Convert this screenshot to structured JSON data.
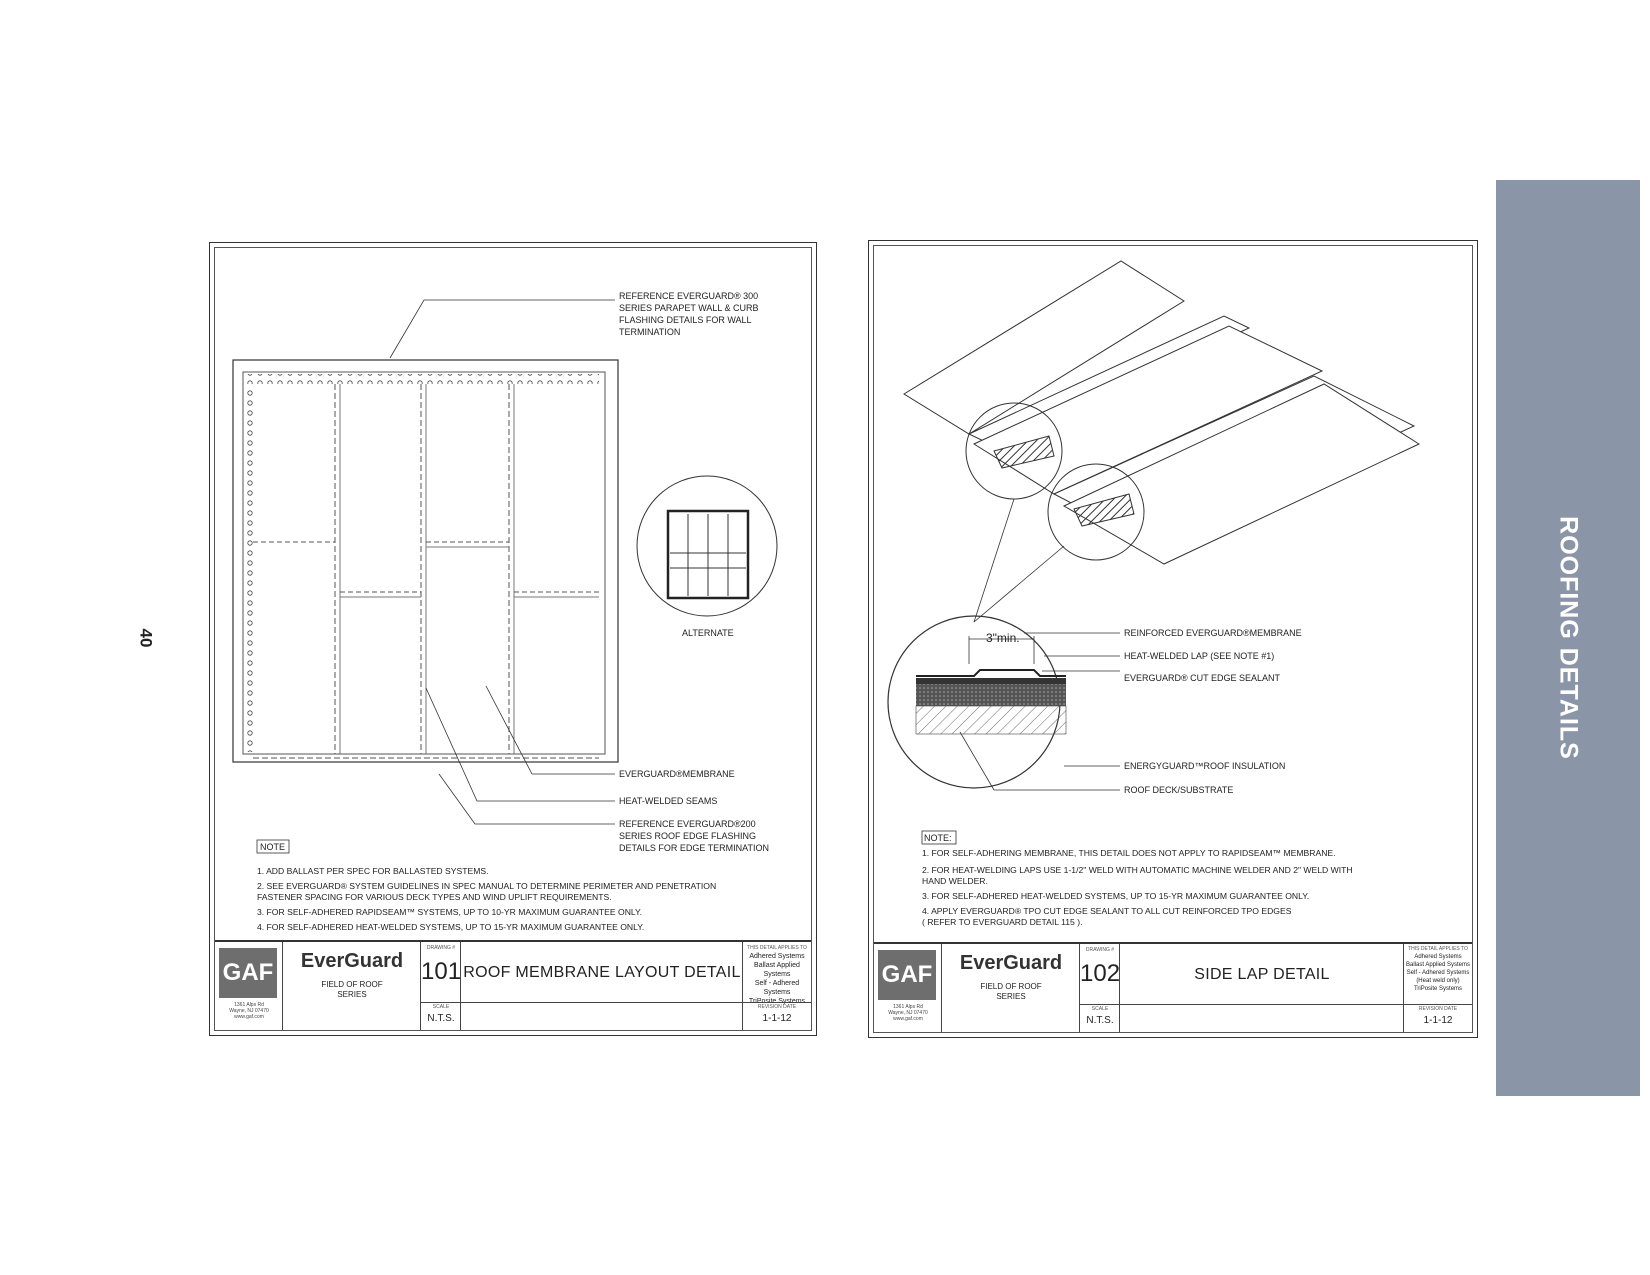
{
  "page": {
    "number": "40",
    "section_tab": "ROOFING DETAILS"
  },
  "sheets": [
    {
      "annotations": [
        "REFERENCE EVERGUARD® 300",
        "SERIES PARAPET WALL & CURB",
        "FLASHING DETAILS  FOR WALL",
        "TERMINATION"
      ],
      "alternate_label": "ALTERNATE",
      "callouts": {
        "membrane": "EVERGUARD®MEMBRANE",
        "seams": "HEAT-WELDED SEAMS",
        "edge_ref": [
          "REFERENCE EVERGUARD®200",
          "SERIES ROOF EDGE FLASHING",
          "DETAILS FOR EDGE TERMINATION"
        ]
      },
      "note_label": "NOTE",
      "notes": [
        "1. ADD BALLAST PER SPEC FOR BALLASTED SYSTEMS.",
        "2. SEE EVERGUARD® SYSTEM GUIDELINES IN SPEC MANUAL TO DETERMINE PERIMETER AND PENETRATION",
        "FASTENER SPACING FOR VARIOUS DECK TYPES AND WIND UPLIFT REQUIREMENTS.",
        "3. FOR SELF-ADHERED RAPIDSEAM™ SYSTEMS, UP TO 10-YR MAXIMUM GUARANTEE ONLY.",
        "4. FOR SELF-ADHERED HEAT-WELDED SYSTEMS, UP TO 15-YR MAXIMUM GUARANTEE ONLY."
      ],
      "title_block": {
        "logo": "GAF",
        "address": [
          "1361 Alps Rd",
          "Wayne, NJ 07470",
          "www.gaf.com"
        ],
        "brand": "EverGuard",
        "series": [
          "FIELD OF ROOF",
          "SERIES"
        ],
        "drawing_label": "DRAWING #",
        "drawing_number": "101",
        "scale_label": "SCALE",
        "scale": "N.T.S.",
        "title": "ROOF MEMBRANE LAYOUT DETAIL",
        "applies_label": "THIS DETAIL APPLIES TO",
        "applies": [
          "Adhered Systems",
          "Ballast Applied Systems",
          "Self - Adhered Systems",
          "TriPosite Systems"
        ],
        "revision_label": "REVISION DATE",
        "revision_date": "1-1-12"
      }
    },
    {
      "dimension": "3\"min.",
      "callouts": {
        "membrane": "REINFORCED EVERGUARD®MEMBRANE",
        "lap": "HEAT-WELDED LAP (SEE NOTE #1)",
        "sealant": "EVERGUARD® CUT EDGE SEALANT",
        "insulation": "ENERGYGUARD™ROOF INSULATION",
        "deck": "ROOF DECK/SUBSTRATE"
      },
      "note_label": "NOTE:",
      "notes": [
        "1. FOR SELF-ADHERING MEMBRANE, THIS DETAIL DOES NOT APPLY TO RAPIDSEAM™ MEMBRANE.",
        "2. FOR HEAT-WELDING LAPS USE 1-1/2\" WELD WITH AUTOMATIC MACHINE WELDER AND 2\" WELD WITH",
        "HAND WELDER.",
        "3. FOR SELF-ADHERED HEAT-WELDED SYSTEMS, UP TO 15-YR MAXIMUM GUARANTEE ONLY.",
        "4. APPLY EVERGUARD® TPO CUT EDGE SEALANT TO ALL CUT REINFORCED TPO EDGES",
        "( REFER TO EVERGUARD DETAIL 115 )."
      ],
      "title_block": {
        "logo": "GAF",
        "address": [
          "1361 Alps Rd",
          "Wayne, NJ 07470",
          "www.gaf.com"
        ],
        "brand": "EverGuard",
        "series": [
          "FIELD OF ROOF",
          "SERIES"
        ],
        "drawing_label": "DRAWING #",
        "drawing_number": "102",
        "scale_label": "SCALE",
        "scale": "N.T.S.",
        "title": "SIDE LAP DETAIL",
        "applies_label": "THIS DETAIL APPLIES TO",
        "applies": [
          "Adhered Systems",
          "Ballast Applied Systems",
          "Self - Adhered Systems",
          "(Heat weld only)",
          "TriPosite Systems"
        ],
        "revision_label": "REVISION DATE",
        "revision_date": "1-1-12"
      }
    }
  ]
}
